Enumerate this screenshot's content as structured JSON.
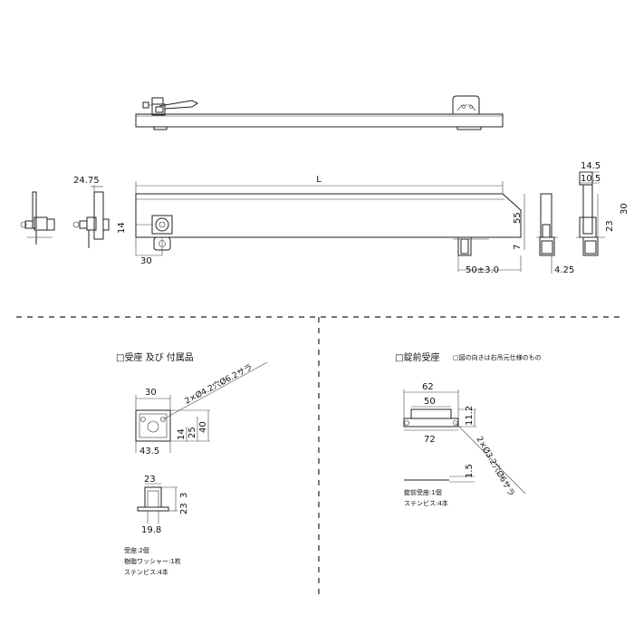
{
  "top_view": {
    "dim_L": "L",
    "dim_24_75": "24.75",
    "dim_14": "14",
    "dim_30": "30",
    "dim_55": "55",
    "dim_7": "7",
    "dim_50_tol": "50±3.0",
    "dim_14_5": "14.5",
    "dim_10_5": "10.5",
    "dim_23": "23",
    "dim_30_right": "30",
    "dim_4_25": "4.25"
  },
  "receiver_section": {
    "title": "□受座 及び 付属品",
    "hole_note": "2×Ø4.2穴Ø6.2サラ",
    "dim_30": "30",
    "dim_43_5": "43.5",
    "dim_14": "14",
    "dim_25": "25",
    "dim_40": "40",
    "dim_23": "23",
    "dim_3": "3",
    "dim_23_side": "23",
    "dim_19_8": "19.8",
    "notes": [
      "受座:2個",
      "樹脂ワッシャー:1枚",
      "ステンビス:4本"
    ]
  },
  "lock_section": {
    "title": "□錠前受座",
    "orientation_note": "□図の向きは右吊元仕様のもの",
    "hole_note": "2×Ø3.2穴Ø6サラ",
    "dim_62": "62",
    "dim_50": "50",
    "dim_11_2": "11.2",
    "dim_72": "72",
    "dim_1_5": "1.5",
    "notes": [
      "錠前受座:1個",
      "ステンビス:4本"
    ]
  }
}
